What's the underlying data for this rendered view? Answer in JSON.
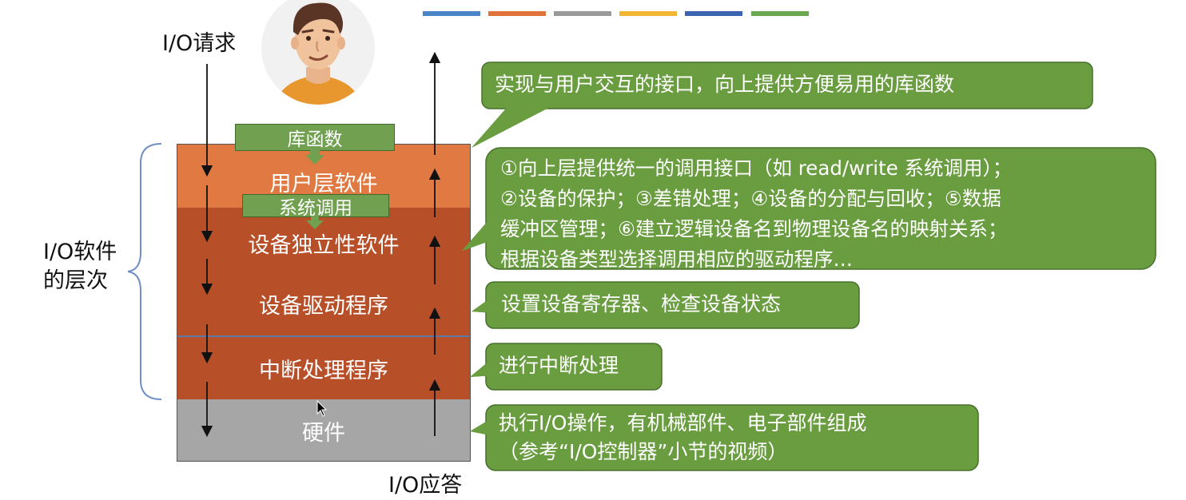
{
  "title_color_bars": [
    "#4a86c7",
    "#e0723c",
    "#999999",
    "#f2b634",
    "#3b63b0",
    "#6aa84f"
  ],
  "io_request_label": "I/O请求",
  "io_response_label": "I/O应答",
  "software_layers_label": [
    "I/O软件",
    "的层次"
  ],
  "layers": [
    {
      "label": "用户层软件",
      "color": "#e07a42"
    },
    {
      "label": "设备独立性软件",
      "color": "#b74f28"
    },
    {
      "label": "设备驱动程序",
      "color": "#b74f28"
    },
    {
      "label": "中断处理程序",
      "color": "#b74f28"
    },
    {
      "label": "硬件",
      "color": "#a6a6a6"
    }
  ],
  "tags": {
    "library": "库函数",
    "syscall": "系统调用"
  },
  "callouts": [
    {
      "lines": [
        "实现与用户交互的接口，向上提供方便易用的库函数"
      ]
    },
    {
      "lines": [
        "①向上层提供统一的调用接口（如 read/write 系统调用）；",
        "②设备的保护；③差错处理；④设备的分配与回收；⑤数据",
        "缓冲区管理；⑥建立逻辑设备名到物理设备名的映射关系；",
        "根据设备类型选择调用相应的驱动程序…"
      ]
    },
    {
      "lines": [
        "设置设备寄存器、检查设备状态"
      ]
    },
    {
      "lines": [
        "进行中断处理"
      ]
    },
    {
      "lines": [
        "执行I/O操作，有机械部件、电子部件组成",
        "（参考“I/O控制器”小节的视频）"
      ]
    }
  ],
  "colors": {
    "callout_fill": "#6a9c40",
    "callout_stroke": "#47702b"
  }
}
